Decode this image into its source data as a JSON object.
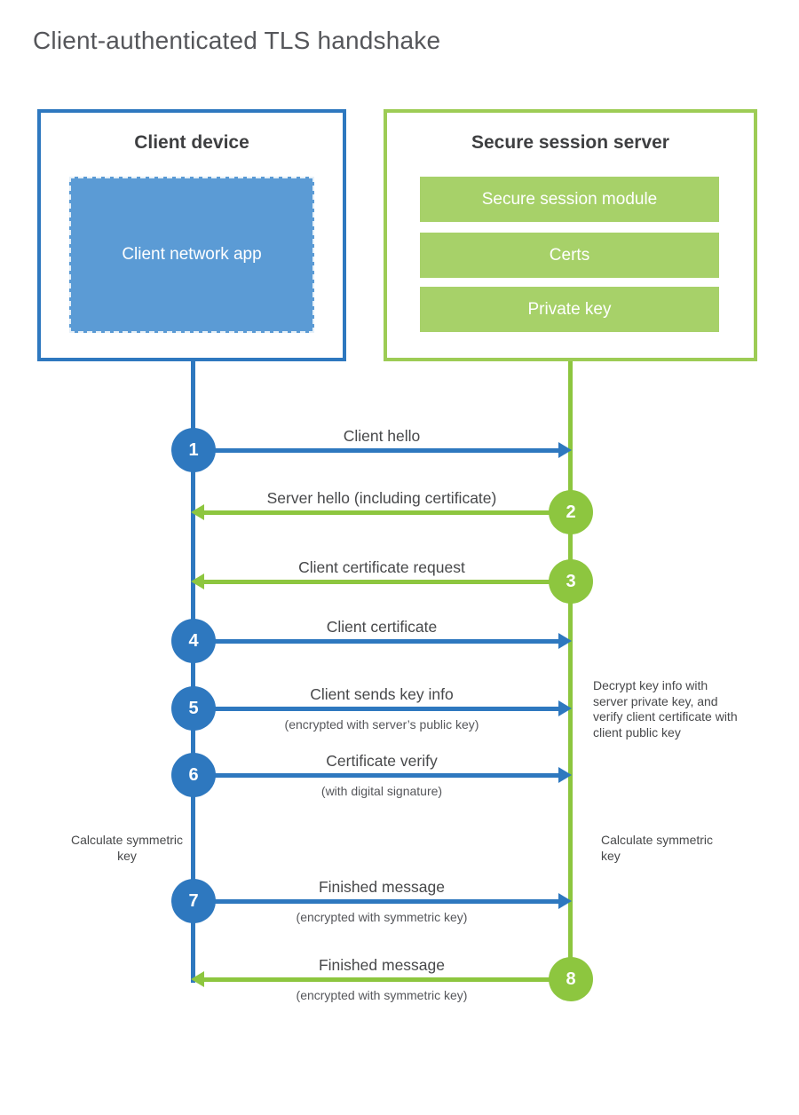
{
  "title": "Client-authenticated TLS handshake",
  "colors": {
    "blue": "#2e78bf",
    "blue_fill": "#5b9bd5",
    "green": "#8dc63f",
    "green_border": "#9dcc55",
    "green_bar": "#a7d169",
    "text_dark": "#3e3f41",
    "text_label": "#47484a"
  },
  "client": {
    "title": "Client device",
    "app_label": "Client network app"
  },
  "server": {
    "title": "Secure session server",
    "modules": [
      "Secure session module",
      "Certs",
      "Private key"
    ]
  },
  "messages": [
    {
      "number": "1",
      "label": "Client hello",
      "sublabel": "",
      "direction": "right",
      "color": "blue"
    },
    {
      "number": "2",
      "label": "Server hello (including certificate)",
      "sublabel": "",
      "direction": "left",
      "color": "green"
    },
    {
      "number": "3",
      "label": "Client certificate request",
      "sublabel": "",
      "direction": "left",
      "color": "green"
    },
    {
      "number": "4",
      "label": "Client certificate",
      "sublabel": "",
      "direction": "right",
      "color": "blue"
    },
    {
      "number": "5",
      "label": "Client sends key info",
      "sublabel": "(encrypted with server’s public key)",
      "direction": "right",
      "color": "blue"
    },
    {
      "number": "6",
      "label": "Certificate verify",
      "sublabel": "(with digital signature)",
      "direction": "right",
      "color": "blue"
    },
    {
      "number": "7",
      "label": "Finished message",
      "sublabel": "(encrypted with symmetric key)",
      "direction": "right",
      "color": "blue"
    },
    {
      "number": "8",
      "label": "Finished message",
      "sublabel": "(encrypted with symmetric key)",
      "direction": "left",
      "color": "green"
    }
  ],
  "notes": {
    "decrypt": "Decrypt key info with server private key, and verify client certificate with client public key",
    "calc_left": "Calculate symmetric key",
    "calc_right": "Calculate symmetric key"
  }
}
